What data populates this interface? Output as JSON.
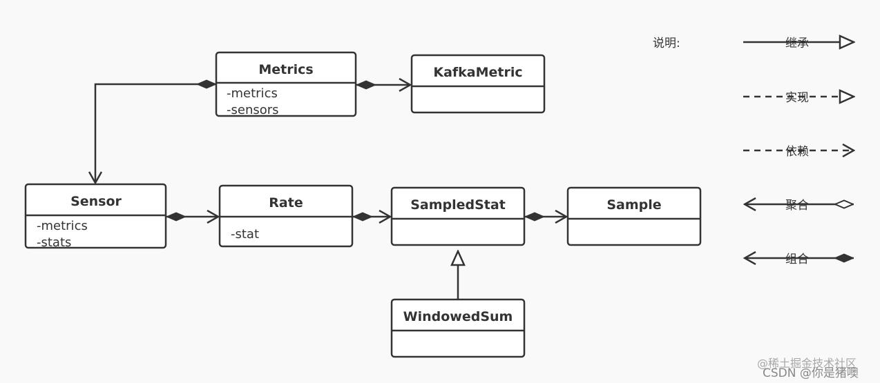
{
  "classes": {
    "metrics": {
      "name": "Metrics",
      "attrs": [
        "-metrics",
        "-sensors"
      ]
    },
    "kafkametric": {
      "name": "KafkaMetric",
      "attrs": []
    },
    "sensor": {
      "name": "Sensor",
      "attrs": [
        "-metrics",
        "-stats"
      ]
    },
    "rate": {
      "name": "Rate",
      "attrs": [
        "-stat"
      ]
    },
    "sampledstat": {
      "name": "SampledStat",
      "attrs": []
    },
    "sample": {
      "name": "Sample",
      "attrs": []
    },
    "windowedsum": {
      "name": "WindowedSum",
      "attrs": []
    }
  },
  "legend": {
    "title": "说明:",
    "items": [
      {
        "label": "继承",
        "kind": "inheritance"
      },
      {
        "label": "实现",
        "kind": "realization"
      },
      {
        "label": "依赖",
        "kind": "dependency"
      },
      {
        "label": "聚合",
        "kind": "aggregation"
      },
      {
        "label": "组合",
        "kind": "composition"
      }
    ]
  },
  "watermark": {
    "line1": "@稀土掘金技术社区",
    "line2": "CSDN @你是猪噢"
  },
  "colors": {
    "stroke": "#333333",
    "background": "#f9f9f9",
    "box_fill": "#ffffff"
  }
}
